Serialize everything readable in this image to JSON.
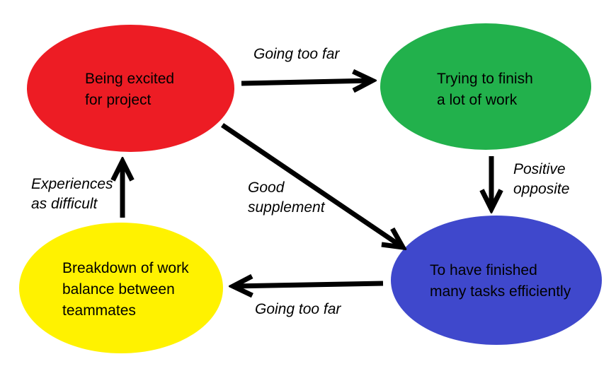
{
  "diagram": {
    "background": "#ffffff",
    "arrow_color": "#000000",
    "nodes": [
      {
        "id": "being-excited",
        "label": "Being excited for project",
        "lines": [
          "Being excited",
          "for project"
        ],
        "color": "#ed1c24",
        "text_color": "#000000"
      },
      {
        "id": "trying-to-finish",
        "label": "Trying to finish a lot of work",
        "lines": [
          "Trying to finish",
          "a lot of work"
        ],
        "color": "#22b14c",
        "text_color": "#000000"
      },
      {
        "id": "finished-many-tasks",
        "label": "To have finished many tasks efficiently",
        "lines": [
          "To have finished",
          "many tasks efficiently"
        ],
        "color": "#3f48cc",
        "text_color": "#000000"
      },
      {
        "id": "breakdown-of-work",
        "label": "Breakdown of work balance between teammates",
        "lines": [
          "Breakdown of work",
          "balance between",
          "teammates"
        ],
        "color": "#fff200",
        "text_color": "#000000"
      }
    ],
    "edges": [
      {
        "from": "being-excited",
        "to": "trying-to-finish",
        "label": "Going too far",
        "lines": [
          "Going too far"
        ]
      },
      {
        "from": "trying-to-finish",
        "to": "finished-many-tasks",
        "label": "Positive opposite",
        "lines": [
          "Positive",
          "opposite"
        ]
      },
      {
        "from": "being-excited",
        "to": "finished-many-tasks",
        "label": "Good supplement",
        "lines": [
          "Good",
          "supplement"
        ]
      },
      {
        "from": "finished-many-tasks",
        "to": "breakdown-of-work",
        "label": "Going too far",
        "lines": [
          "Going too far"
        ]
      },
      {
        "from": "breakdown-of-work",
        "to": "being-excited",
        "label": "Experiences as difficult",
        "lines": [
          "Experiences",
          "as difficult"
        ]
      }
    ]
  }
}
